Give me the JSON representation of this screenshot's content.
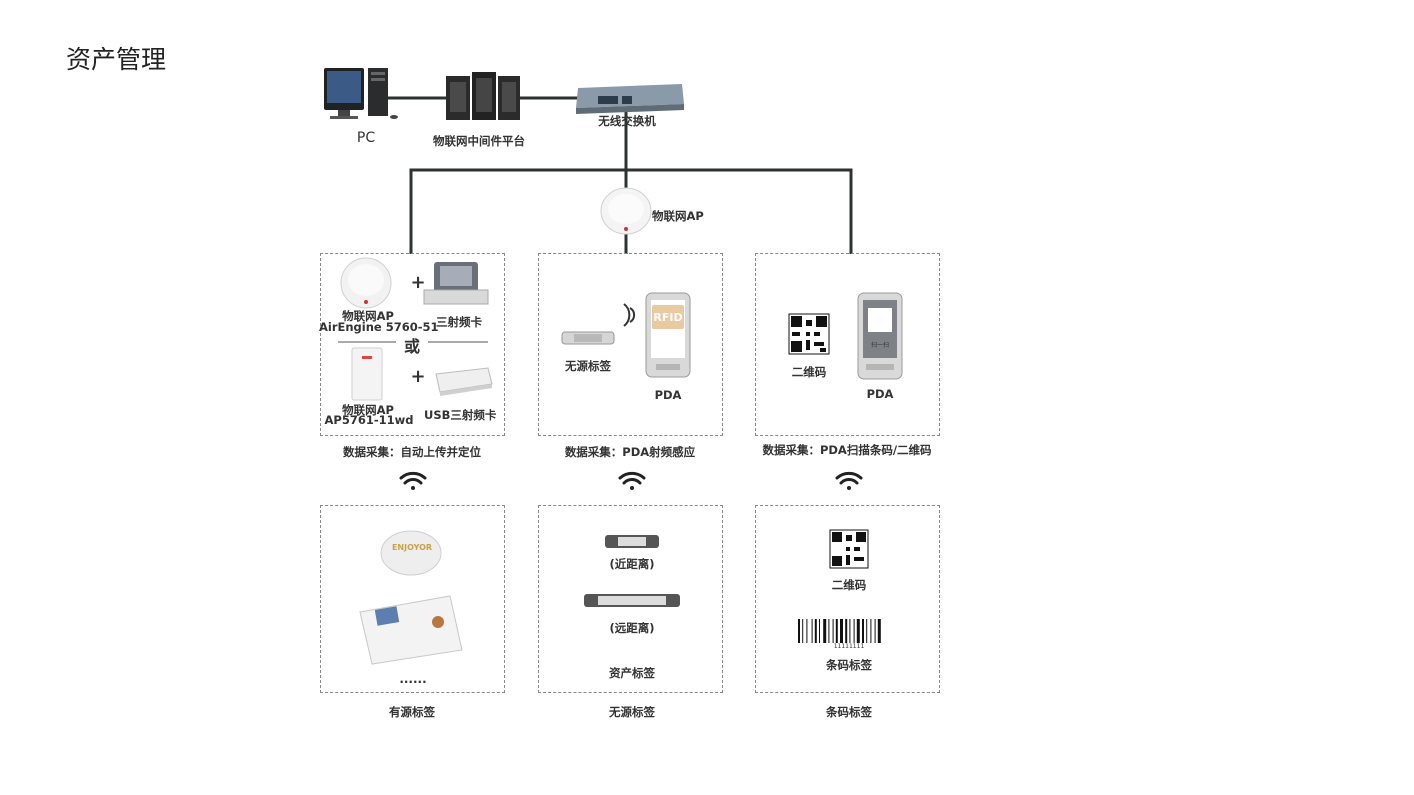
{
  "page": {
    "title": "资产管理"
  },
  "top_nodes": {
    "pc": "PC",
    "middleware": "物联网中间件平台",
    "switch": "无线交换机",
    "center_ap": "物联网AP"
  },
  "panel_left": {
    "ap1_line1": "物联网AP",
    "ap1_line2": "AirEngine 5760-51",
    "card1": "三射频卡",
    "or": "或",
    "ap2_line1": "物联网AP",
    "ap2_line2": "AP5761-11wd",
    "card2": "USB三射频卡",
    "plus": "+",
    "caption": "数据采集：自动上传并定位"
  },
  "panel_mid": {
    "tag": "无源标签",
    "rfid": "RFID",
    "pda": "PDA",
    "caption": "数据采集：PDA射频感应"
  },
  "panel_right": {
    "qr": "二维码",
    "pda": "PDA",
    "screen_text": "扫一扫",
    "caption": "数据采集：PDA扫描条码/二维码"
  },
  "bottom_left": {
    "brand": "ENJOYOR",
    "dots": "......",
    "caption": "有源标签"
  },
  "bottom_mid": {
    "near": "(近距离)",
    "far": "(远距离)",
    "asset": "资产标签",
    "caption": "无源标签"
  },
  "bottom_right": {
    "qr": "二维码",
    "barcode_number": "11111111",
    "barcode": "条码标签",
    "caption": "条码标签"
  }
}
